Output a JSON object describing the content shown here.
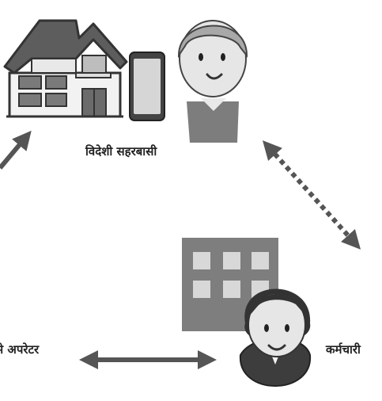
{
  "labels": {
    "foreign_resident": "विदेशी सहरबासी",
    "operator": "से अपरेटर",
    "staff": "कर्मचारी"
  },
  "colors": {
    "background": "#ffffff",
    "arrow": "#555555",
    "illustration_dark": "#444444",
    "illustration_mid": "#9a9a9a",
    "illustration_light": "#dcdcdc"
  },
  "icons": [
    "house-icon",
    "smartphone-icon",
    "man-icon",
    "office-building-icon",
    "woman-staff-icon"
  ]
}
